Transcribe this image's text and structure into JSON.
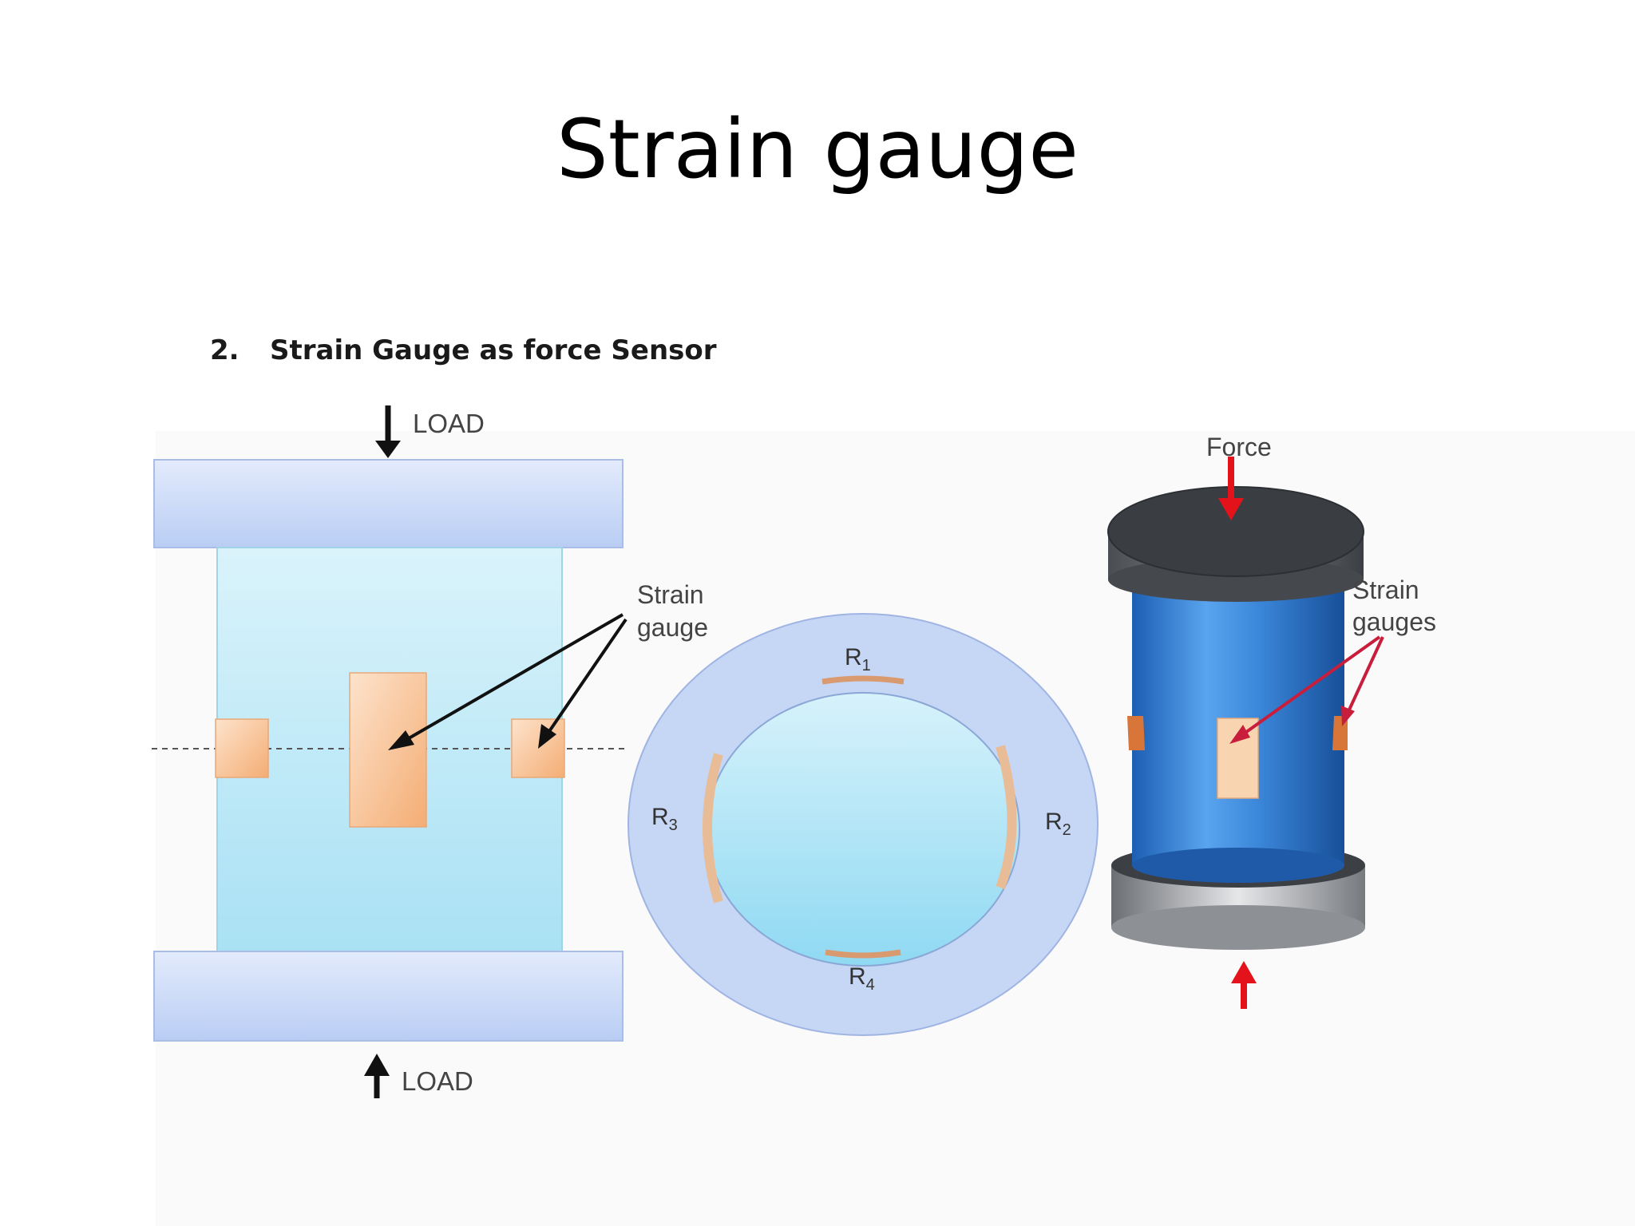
{
  "title": "Strain gauge",
  "figure": {
    "caption_number": "2.",
    "caption_text": "Strain Gauge as force Sensor",
    "left_panel": {
      "load_top": "LOAD",
      "load_bottom": "LOAD",
      "strain_label_line1": "Strain",
      "strain_label_line2": "gauge"
    },
    "ring_panel": {
      "r1": "R",
      "r1_sub": "1",
      "r2": "R",
      "r2_sub": "2",
      "r3": "R",
      "r3_sub": "3",
      "r4": "R",
      "r4_sub": "4"
    },
    "cylinder_panel": {
      "force": "Force",
      "strain_label_line1": "Strain",
      "strain_label_line2": "gauges"
    }
  },
  "colors": {
    "plate_fill": "#c9d8f7",
    "body_fill": "#bfe9f8",
    "gauge_fill": "#f8c396",
    "ring_fill": "#c4d6f6",
    "cylinder_blue": "#2f7fd6",
    "cap_dark": "#3a3d42",
    "force_red": "#e4131b",
    "pointer_red": "#c81e3c"
  }
}
